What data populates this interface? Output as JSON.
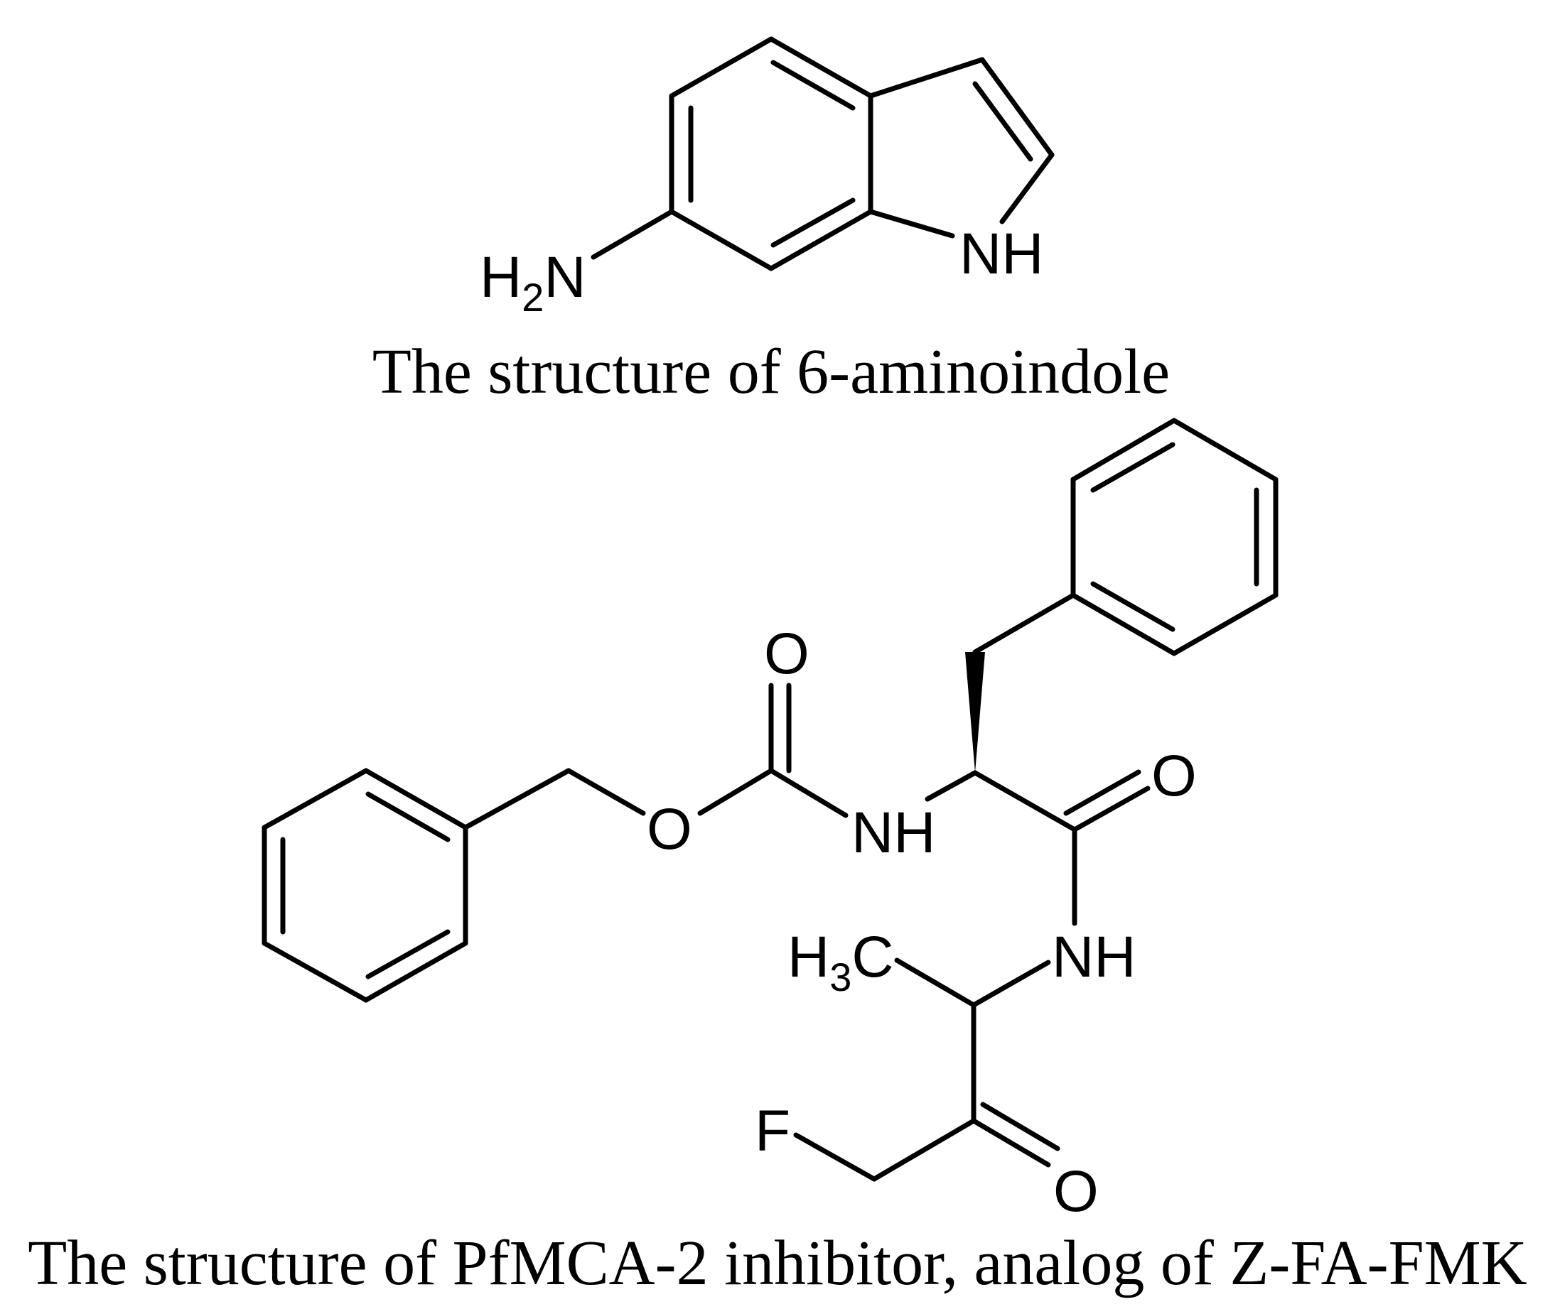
{
  "molecule_1": {
    "label_H2N": "H",
    "label_H2N_sub": "2",
    "label_H2N_tail": "N",
    "label_NH": "NH",
    "caption": "The structure of 6-aminoindole"
  },
  "molecule_2": {
    "label_O_carbonyl_top": "O",
    "label_O_ester": "O",
    "label_NH_carbamate": "NH",
    "label_O_amide": "O",
    "label_NH_amide": "NH",
    "label_H3C": "H",
    "label_H3C_sub": "3",
    "label_H3C_tail": "C",
    "label_F": "F",
    "label_O_ketone": "O",
    "caption": "The structure of PfMCA-2 inhibitor, analog of Z-FA-FMK"
  },
  "colors": {
    "ink": "#000000",
    "background": "#ffffff"
  }
}
